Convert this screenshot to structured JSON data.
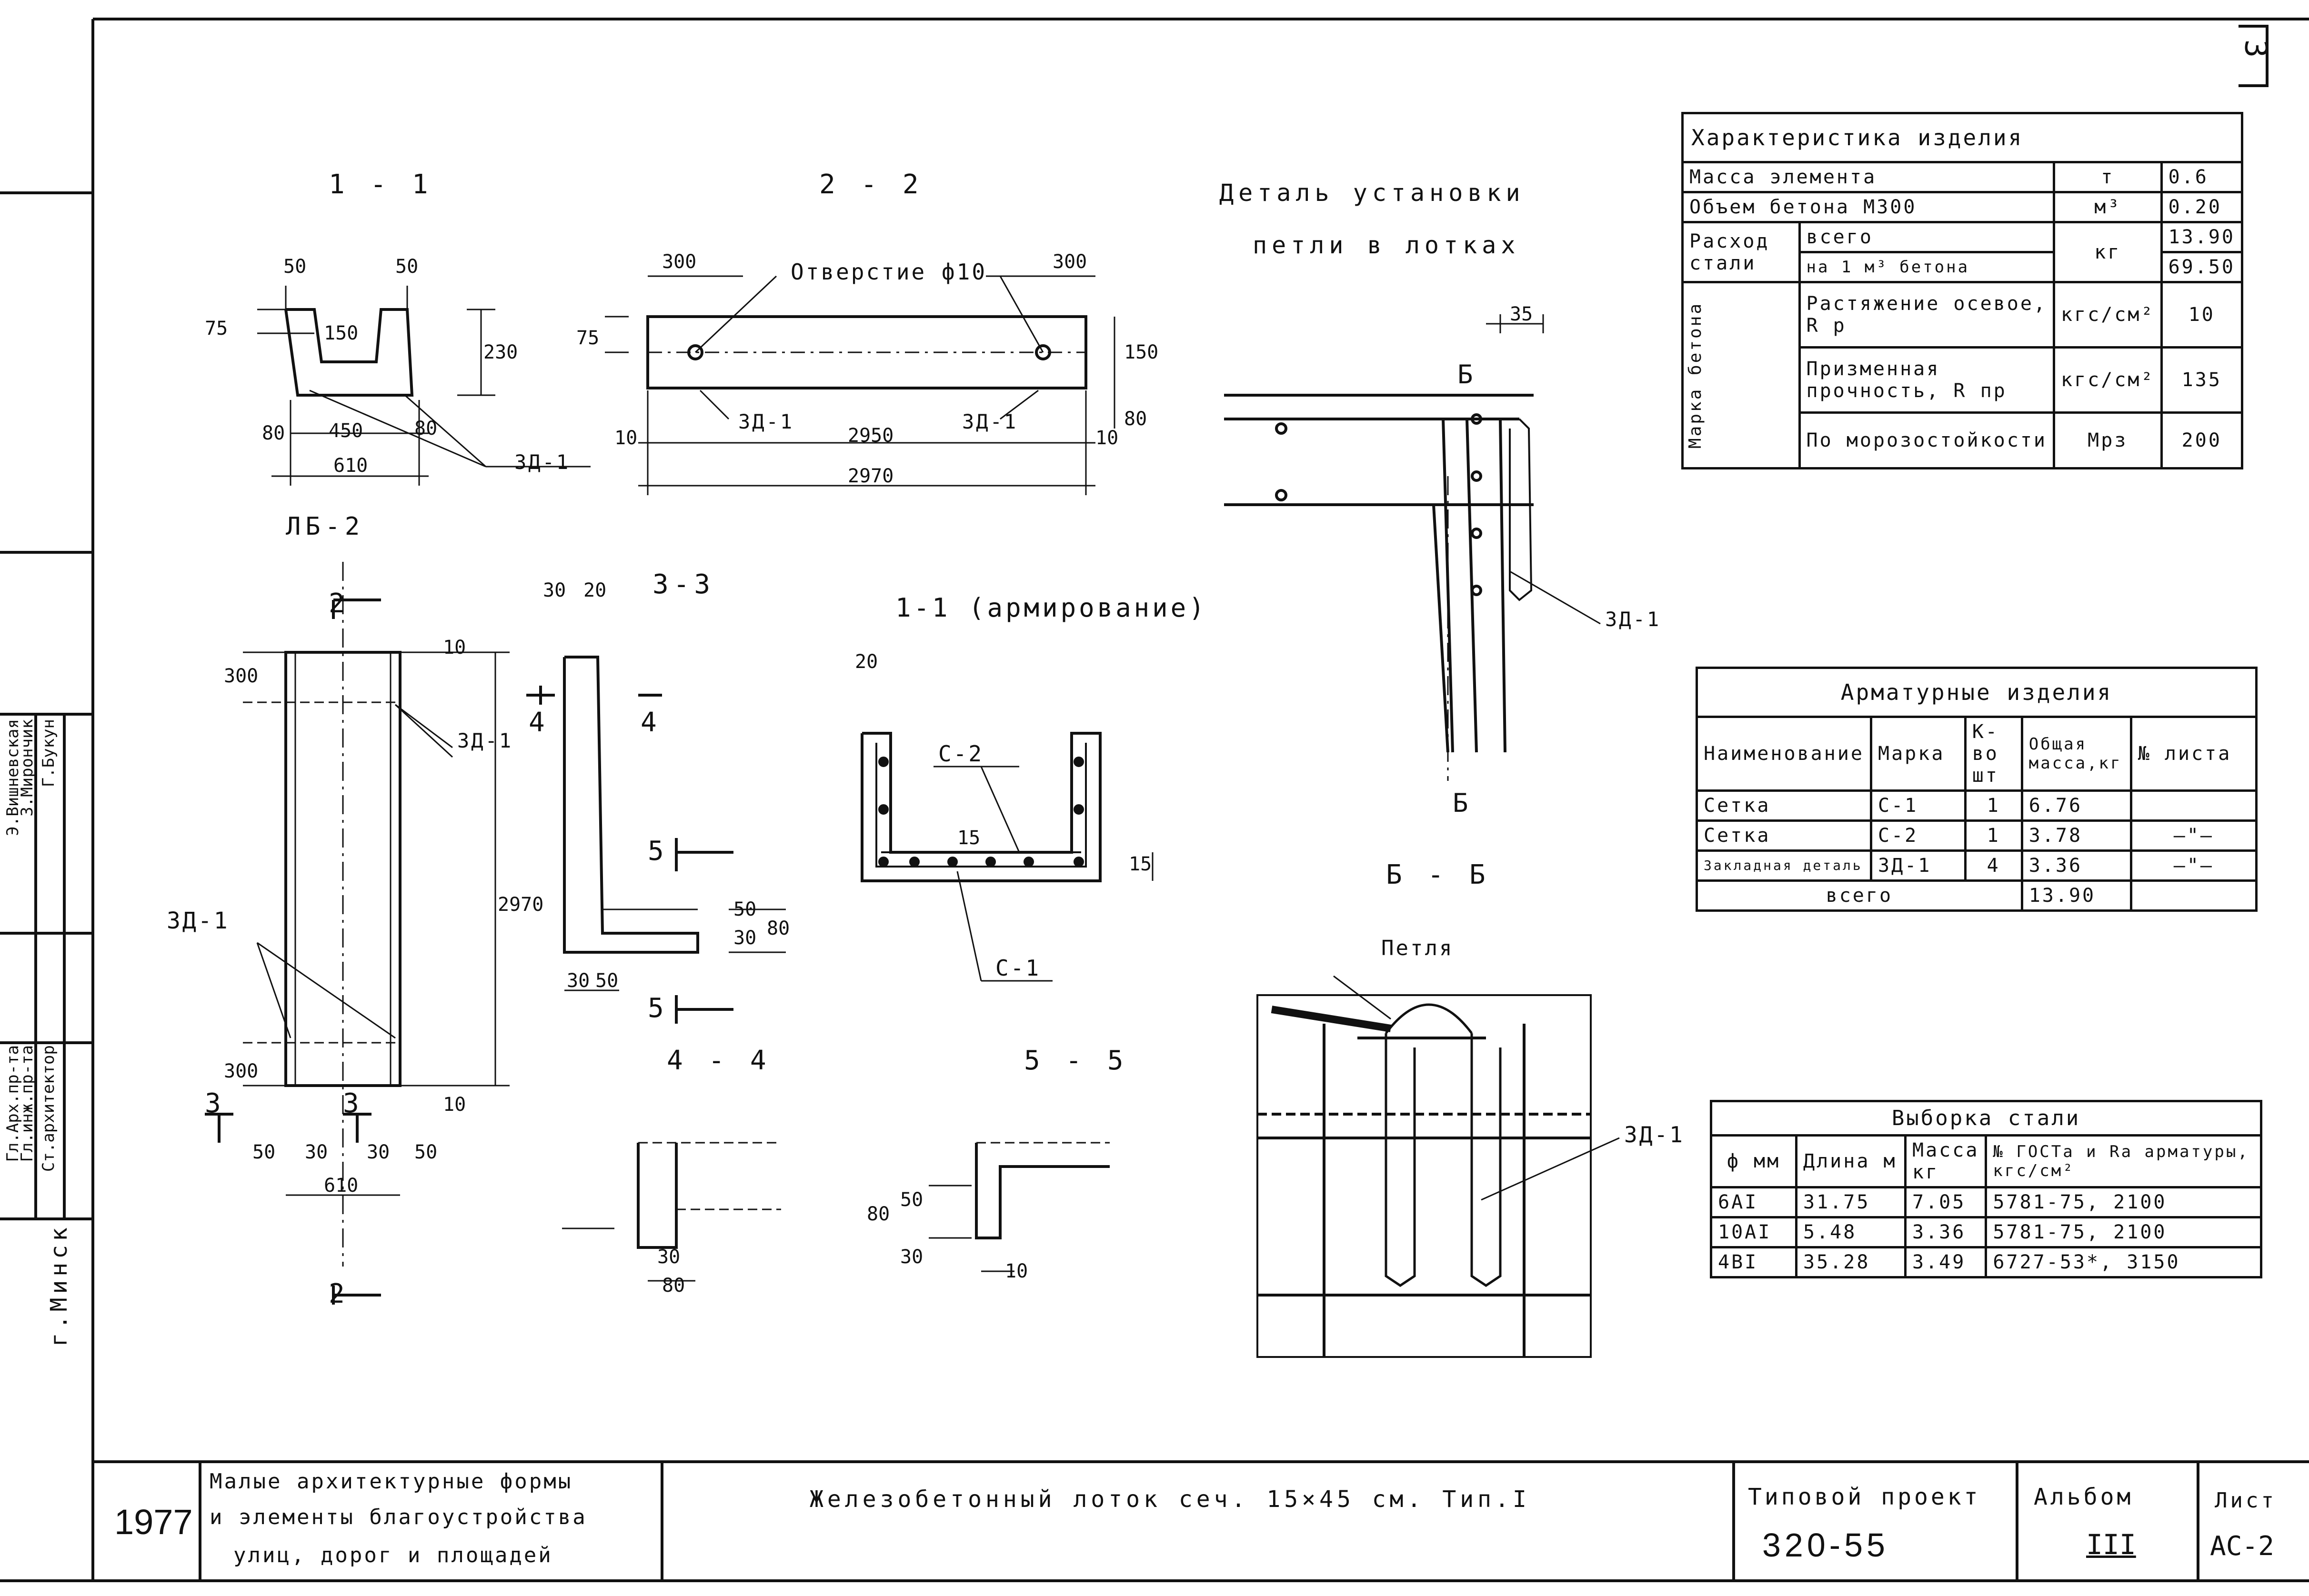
{
  "page_number": "3",
  "left_strip": {
    "city": "г.Минск",
    "roles": [
      "Гл.Арх.пр-та",
      "Гл.инж.пр-та",
      "Ст.архитектор"
    ],
    "names": [
      "Э.Вишневская",
      "З.Мирончик",
      "Г.Букун"
    ]
  },
  "views": {
    "v11": "1 - 1",
    "v22": "2 - 2",
    "lb2": "ЛБ-2",
    "v33": "3-3",
    "v11a": "1-1 (армирование)",
    "v44": "4 - 4",
    "v55": "5 - 5",
    "vbb": "Б - Б",
    "detail_title_1": "Деталь установки",
    "detail_title_2": "петли в лотках"
  },
  "labels": {
    "hole": "Отверстие ф10",
    "zd1": "ЗД-1",
    "c1": "С-1",
    "c2": "С-2",
    "loop": "Петля",
    "b": "Б",
    "s2": "2",
    "s3": "3",
    "s4": "4",
    "s5": "5"
  },
  "dims": {
    "d50": "50",
    "d75": "75",
    "d150": "150",
    "d230": "230",
    "d80": "80",
    "d450": "450",
    "d610": "610",
    "d300": "300",
    "d10": "10",
    "d2950": "2950",
    "d2970": "2970",
    "d30": "30",
    "d20": "20",
    "d35": "35",
    "d15": "15"
  },
  "char_table": {
    "title": "Характеристика изделия",
    "rows": [
      {
        "name": "Масса элемента",
        "unit": "т",
        "value": "0.6"
      },
      {
        "name": "Объем бетона М300",
        "unit": "м³",
        "value": "0.20"
      }
    ],
    "steel": {
      "name": "Расход стали",
      "sub1": "всего",
      "sub2": "на 1 м³ бетона",
      "unit": "кг",
      "v1": "13.90",
      "v2": "69.50"
    },
    "concrete_mark": "Марка бетона",
    "conc_rows": [
      {
        "name": "Растяжение осевое, R р",
        "unit": "кгс/см²",
        "value": "10"
      },
      {
        "name": "Призменная прочность, R пр",
        "unit": "кгс/см²",
        "value": "135"
      },
      {
        "name": "По морозостойкости",
        "unit": "Мрз",
        "value": "200"
      }
    ]
  },
  "arm_table": {
    "title": "Арматурные изделия",
    "headers": [
      "Наименование",
      "Марка",
      "К-во шт",
      "Общая масса,кг",
      "№ листа"
    ],
    "rows": [
      [
        "Сетка",
        "С-1",
        "1",
        "6.76",
        ""
      ],
      [
        "Сетка",
        "С-2",
        "1",
        "3.78",
        "—\"—"
      ],
      [
        "Закладная деталь",
        "ЗД-1",
        "4",
        "3.36",
        "—\"—"
      ],
      [
        "всего",
        "",
        "",
        "13.90",
        ""
      ]
    ]
  },
  "steel_table": {
    "title": "Выборка стали",
    "headers": [
      "ф мм",
      "Длина м",
      "Масса кг",
      "№ ГОСТа и Ra арматуры, кгс/см²"
    ],
    "rows": [
      [
        "6AI",
        "31.75",
        "7.05",
        "5781-75, 2100"
      ],
      [
        "10AI",
        "5.48",
        "3.36",
        "5781-75, 2100"
      ],
      [
        "4BI",
        "35.28",
        "3.49",
        "6727-53*, 3150"
      ]
    ]
  },
  "title_block": {
    "year": "1977",
    "org_1": "Малые архитектурные формы",
    "org_2": "и элементы благоустройства",
    "org_3": "улиц, дорог и площадей",
    "drawing_title": "Железобетонный лоток сеч. 15×45 см. Тип.I",
    "project_label": "Типовой проект",
    "project_no": "320-55",
    "album_label": "Альбом",
    "album_no": "III",
    "sheet_label": "Лист",
    "sheet_no": "АС-2"
  }
}
